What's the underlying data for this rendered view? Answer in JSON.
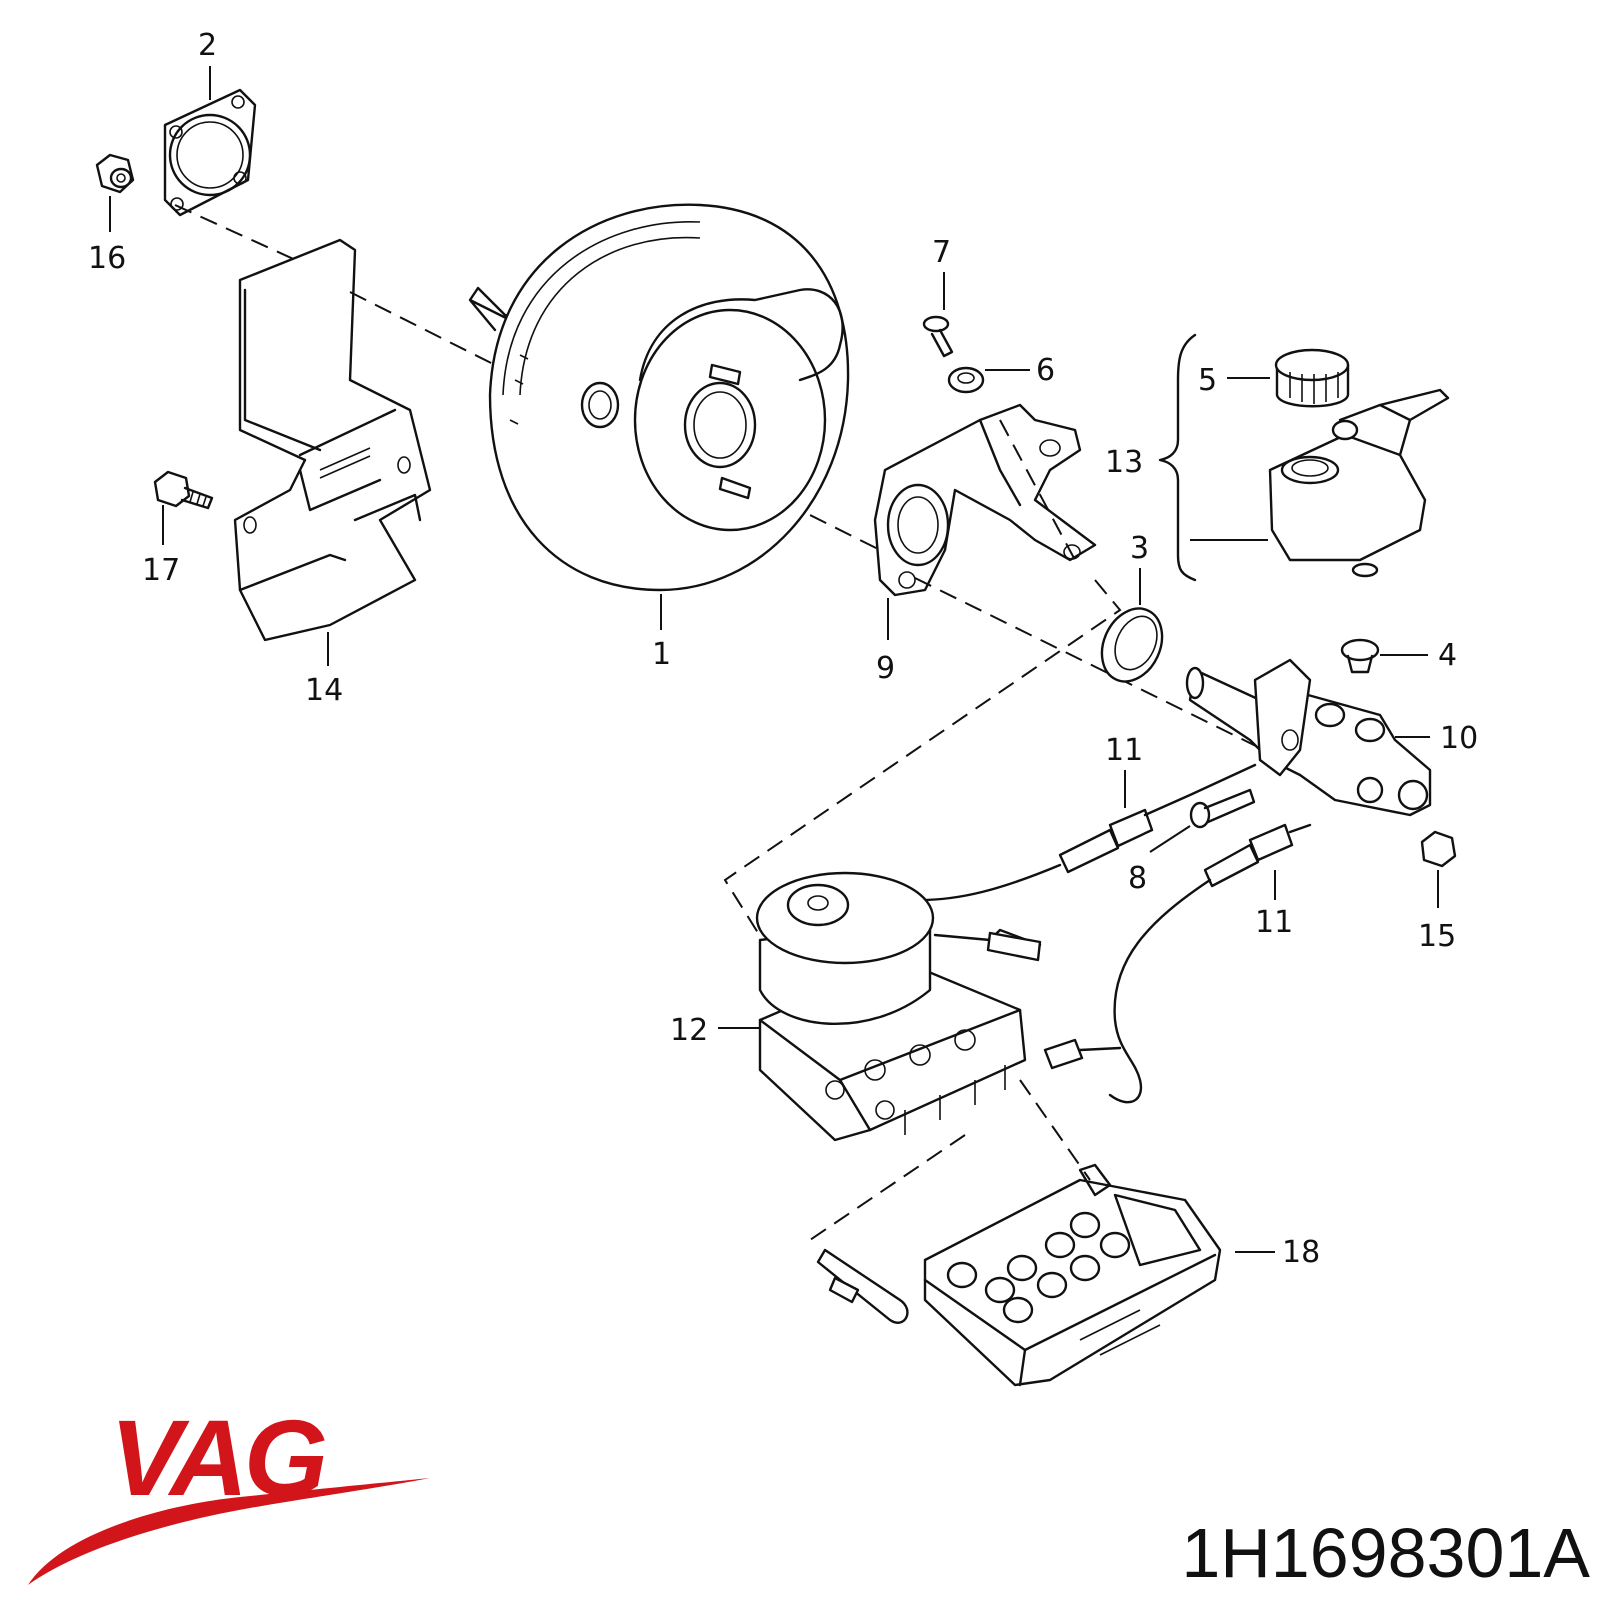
{
  "brand": {
    "logo_text": "VAG",
    "color": "#d2151b"
  },
  "part_number": "1H1698301A",
  "callouts": {
    "c1": "1",
    "c2": "2",
    "c3": "3",
    "c4": "4",
    "c5": "5",
    "c6": "6",
    "c7": "7",
    "c8": "8",
    "c9": "9",
    "c10": "10",
    "c11a": "11",
    "c11b": "11",
    "c12": "12",
    "c13": "13",
    "c14": "14",
    "c15": "15",
    "c16": "16",
    "c17": "17",
    "c18": "18"
  }
}
